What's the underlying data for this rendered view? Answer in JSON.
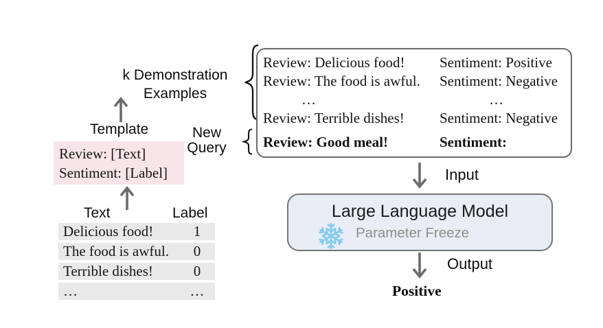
{
  "left": {
    "demonstrations_label": "k Demonstration Examples",
    "template_label": "Template",
    "template_box": {
      "line1": "Review: [Text]",
      "line2": "Sentiment: [Label]"
    },
    "new_query_label": "New Query",
    "table": {
      "headers": {
        "text": "Text",
        "label": "Label"
      },
      "rows": [
        {
          "text": "Delicious food!",
          "label": "1"
        },
        {
          "text": "The food is awful.",
          "label": "0"
        },
        {
          "text": "Terrible dishes!",
          "label": "0"
        },
        {
          "text": "…",
          "label": "…"
        }
      ]
    }
  },
  "prompt_box": {
    "examples": [
      {
        "review": "Review: Delicious food!",
        "sentiment": "Sentiment: Positive"
      },
      {
        "review": "Review: The food is awful.",
        "sentiment": "Sentiment: Negative"
      },
      {
        "review": "…",
        "sentiment": "…"
      },
      {
        "review": "Review: Terrible dishes!",
        "sentiment": "Sentiment: Negative"
      }
    ],
    "query": {
      "review": "Review: Good meal!",
      "sentiment": "Sentiment:"
    }
  },
  "flow": {
    "input_label": "Input",
    "output_label": "Output",
    "llm": {
      "title": "Large Language Model",
      "freeze_label": "Parameter Freeze"
    },
    "result": "Positive"
  },
  "colors": {
    "template_box_bg": "#f8e5e9",
    "table_row_bg": "#e9e9e9",
    "llm_box_bg": "#e9edf5",
    "llm_box_border": "#757575",
    "prompt_box_border": "#6a6a6a",
    "arrow": "#6b6b6b",
    "snowflake": "#85ccf0",
    "freeze_text": "#8e8e8e"
  }
}
